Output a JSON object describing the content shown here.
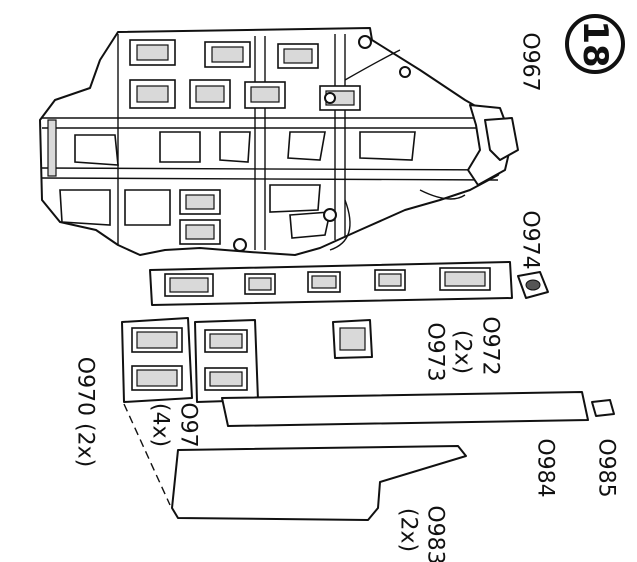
{
  "step": {
    "number": "18"
  },
  "parts": {
    "p967": "O967",
    "p974": "O974",
    "p972": "O972",
    "p972_qty": "(2x)",
    "p973": "O973",
    "p971": "O971",
    "p971_qty": "(4x)",
    "p970": "O970 (2x)",
    "p984": "O984",
    "p985": "O985",
    "p983": "O983",
    "p983_qty": "(2x)"
  }
}
